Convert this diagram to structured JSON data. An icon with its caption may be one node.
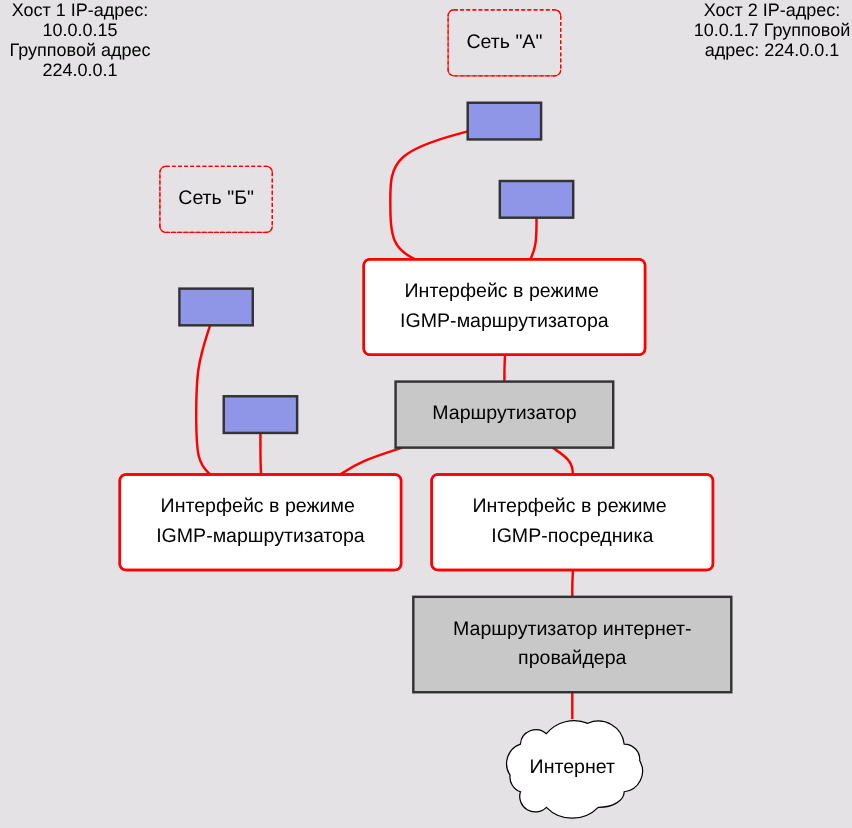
{
  "diagram": {
    "nodes": [
      {
        "text": [
          "Сеть \"А\""
        ]
      },
      {
        "text": [],
        "shape": "computer"
      },
      {
        "text": [],
        "shape": "computer"
      },
      {
        "text": [
          "Сеть \"Б\""
        ]
      },
      {
        "text": [],
        "shape": "computer"
      },
      {
        "text": [],
        "shape": "computer"
      },
      {
        "text": [
          "Маршрутизатор"
        ]
      },
      {
        "text": [
          "Интерфейс в режиме IGMP-маршрутизатора"
        ]
      },
      {
        "text": [
          "Интерфейс в режиме IGMP-маршрутизатора"
        ]
      },
      {
        "text": [
          "Интерфейс в режиме IGMP-посредника"
        ]
      },
      {
        "text": [
          "Маршрутизатор интернет-провайдера"
        ]
      },
      {
        "text": [
          "Интернет"
        ]
      }
    ],
    "edges": [
      {
        "from": 1,
        "to": 7,
        "arrow": "none"
      },
      {
        "from": 2,
        "to": 7,
        "arrow": "none"
      },
      {
        "from": 4,
        "to": 8,
        "arrow": "none"
      },
      {
        "from": 5,
        "to": 8,
        "arrow": "none"
      },
      {
        "from": 7,
        "to": 6,
        "arrow": "none"
      },
      {
        "from": 6,
        "to": 8,
        "arrow": "none"
      },
      {
        "from": 6,
        "to": 9,
        "arrow": "none"
      },
      {
        "from": 9,
        "to": 10,
        "arrow": "none"
      },
      {
        "from": 10,
        "to": 11,
        "arrow": "none"
      }
    ],
    "labels": [
      "Хост 1 IP-адрес: 10.0.0.15 Групповой адрес 224.0.0.1",
      "Хост 2 IP-адрес: 10.0.1.7 Групповой адрес: 224.0.0.1"
    ]
  }
}
